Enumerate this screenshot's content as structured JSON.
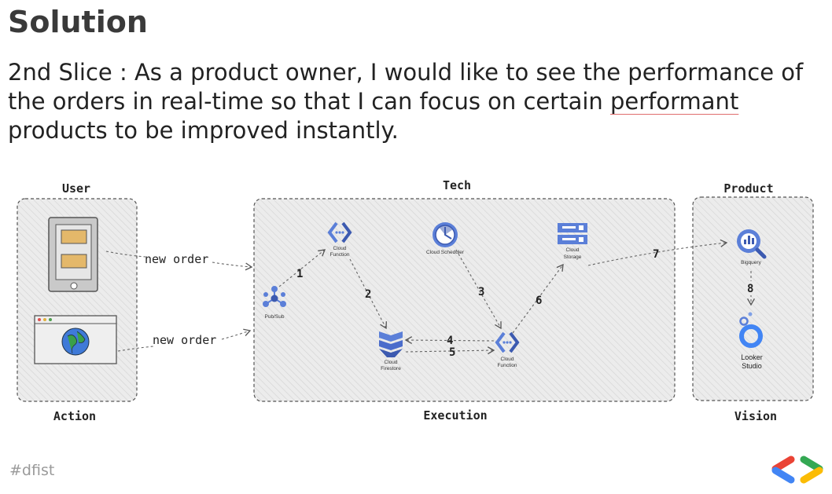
{
  "slide": {
    "title": "Solution",
    "story_part1": "2nd Slice : As a product owner, I would like to see the performance of the orders in real-time so that I can focus on certain ",
    "story_underlined": "performant",
    "story_part2": " products to be improved instantly.",
    "hashtag": "#dfist"
  },
  "diagram": {
    "groups": {
      "user": {
        "top": "User",
        "bottom": "Action"
      },
      "tech": {
        "top": "Tech",
        "bottom": "Execution"
      },
      "product": {
        "top": "Product",
        "bottom": "Vision"
      }
    },
    "edges": {
      "new_order_1": "new order",
      "new_order_2": "new order",
      "step1": "1",
      "step2": "2",
      "step3": "3",
      "step4": "4",
      "step5": "5",
      "step6": "6",
      "step7": "7",
      "step8": "8"
    },
    "nodes": {
      "cloud_function_1": {
        "line1": "Cloud",
        "line2": "Function"
      },
      "cloud_scheduler": {
        "line1": "Cloud Scheduler"
      },
      "cloud_storage": {
        "line1": "Cloud",
        "line2": "Storage"
      },
      "pubsub": {
        "line1": "Pub/Sub"
      },
      "cloud_firestore": {
        "line1": "Cloud",
        "line2": "Firestore"
      },
      "cloud_function_2": {
        "line1": "Cloud",
        "line2": "Function"
      },
      "bigquery": {
        "line1": "Bigquery"
      },
      "looker": {
        "line1": "Looker",
        "line2": "Studio"
      }
    }
  },
  "colors": {
    "gcp_blue": "#5b7fd8",
    "gcp_dark": "#3c5ab0",
    "box_fill": "#e9e9e9",
    "logo_red": "#ea4335",
    "logo_blue": "#4285f4",
    "logo_green": "#34a853",
    "logo_yellow": "#fbbc05"
  },
  "icons": [
    "tablet-icon",
    "browser-globe-icon",
    "cloud-function-icon",
    "cloud-scheduler-icon",
    "cloud-storage-icon",
    "pubsub-icon",
    "firestore-icon",
    "bigquery-icon",
    "looker-studio-icon",
    "gdg-logo-icon"
  ]
}
